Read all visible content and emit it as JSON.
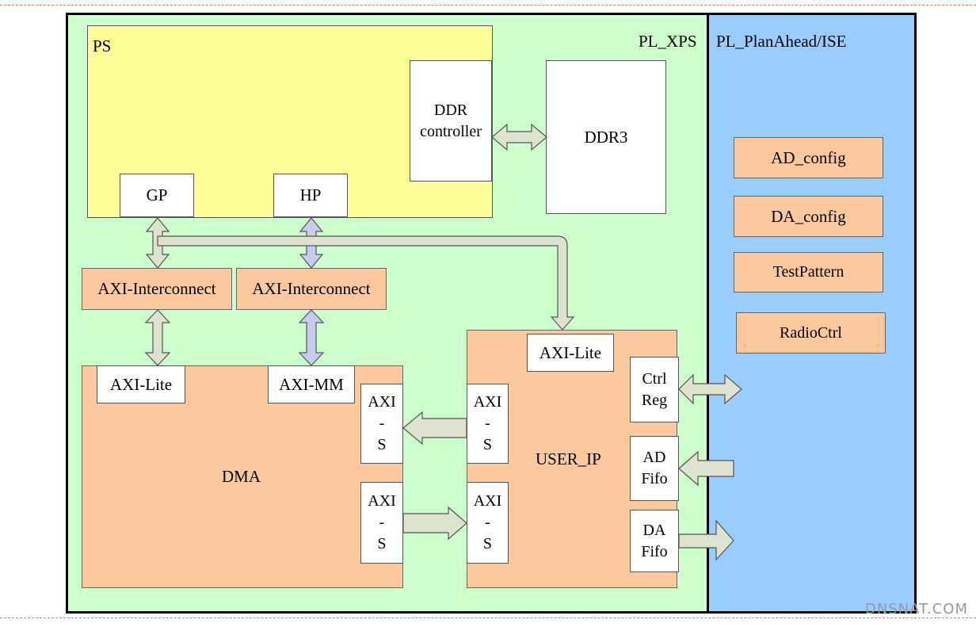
{
  "regions": {
    "pl_xps": "PL_XPS",
    "pl_planahead": "PL_PlanAhead/ISE",
    "ps": "PS"
  },
  "ps_blocks": {
    "ddr_controller": "DDR\ncontroller",
    "gp": "GP",
    "hp": "HP"
  },
  "ddr3": "DDR3",
  "interconnects": [
    "AXI-Interconnect",
    "AXI-Interconnect"
  ],
  "dma": {
    "label": "DMA",
    "axi_lite": "AXI-Lite",
    "axi_mm": "AXI-MM",
    "axi_s_top": "AXI\n-\nS",
    "axi_s_bottom": "AXI\n-\nS"
  },
  "user_ip": {
    "label": "USER_IP",
    "axi_lite": "AXI-Lite",
    "axi_s_top": "AXI\n-\nS",
    "axi_s_bottom": "AXI\n-\nS",
    "ctrl_reg": "Ctrl\nReg",
    "ad_fifo": "AD\nFifo",
    "da_fifo": "DA\nFifo"
  },
  "planahead_blocks": [
    "AD_config",
    "DA_config",
    "TestPattern",
    "RadioCtrl"
  ],
  "watermark": "DNSNAT.COM",
  "colors": {
    "xps_background": "#ccffcc",
    "planahead_background": "#99ccff",
    "ps_background": "#ffff99",
    "block_orange": "#fbc99d",
    "arrow_gray_green": "#dde3cf",
    "arrow_lavender": "#c7cbec"
  }
}
